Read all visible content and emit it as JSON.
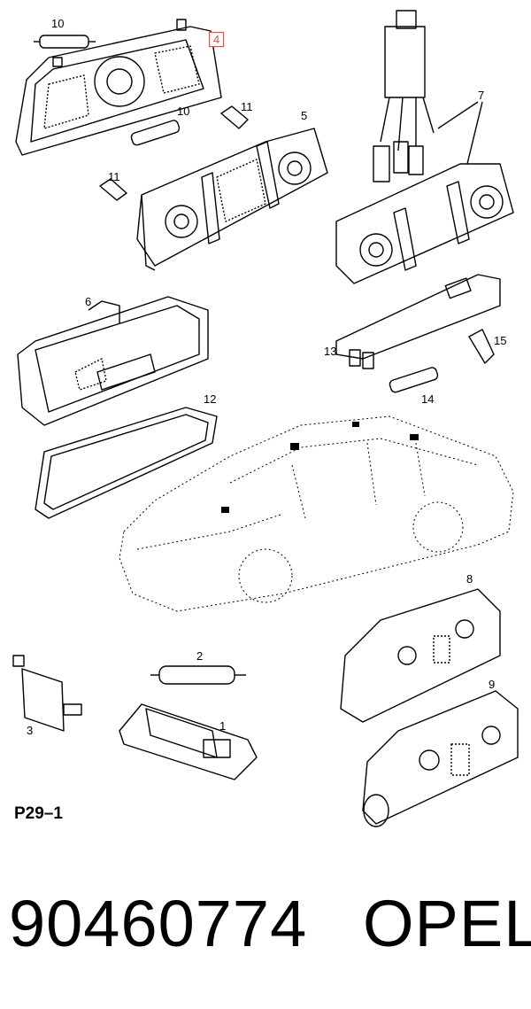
{
  "callouts": {
    "c1": "1",
    "c2": "2",
    "c3": "3",
    "c4": "4",
    "c5": "5",
    "c6": "6",
    "c7": "7",
    "c8": "8",
    "c9": "9",
    "c10a": "10",
    "c10b": "10",
    "c11a": "11",
    "c11b": "11",
    "c12": "12",
    "c13": "13",
    "c14": "14",
    "c15": "15"
  },
  "highlight_color": "#d9534f",
  "figure_ref": "P29–1",
  "footer": {
    "part_number": "90460774",
    "brand": "OPEL"
  }
}
